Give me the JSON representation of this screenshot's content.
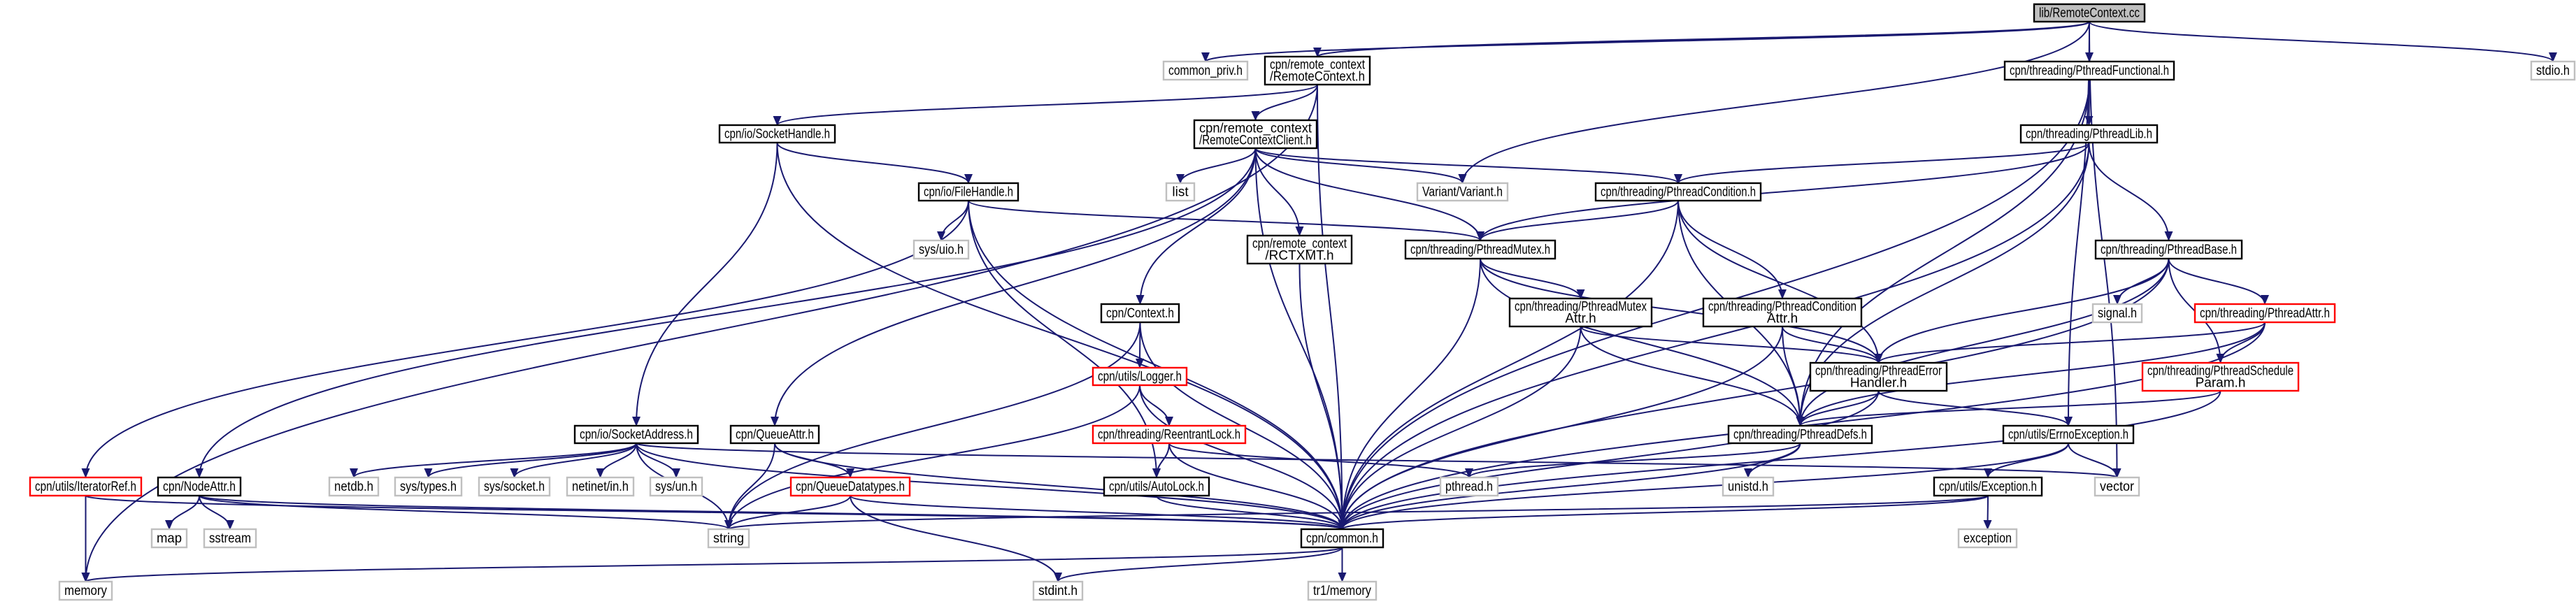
{
  "graph": {
    "title": "lib/RemoteContext.cc",
    "colors": {
      "edge": "#191970",
      "doc_border": "#000000",
      "sys_border": "#bfbfbf",
      "truncated_border": "#ff0000",
      "root_fill": "#bfbfbf",
      "node_fill": "#ffffff"
    },
    "nodes": [
      {
        "id": "root",
        "kind": "root",
        "lines": [
          "lib/RemoteContext.cc"
        ]
      },
      {
        "id": "common_priv",
        "kind": "sys",
        "lines": [
          "common_priv.h"
        ]
      },
      {
        "id": "rc_h",
        "kind": "doc",
        "lines": [
          "cpn/remote_context",
          "/RemoteContext.h"
        ]
      },
      {
        "id": "pfunc",
        "kind": "doc",
        "lines": [
          "cpn/threading/PthreadFunctional.h"
        ]
      },
      {
        "id": "stdio",
        "kind": "sys",
        "lines": [
          "stdio.h"
        ]
      },
      {
        "id": "sockh",
        "kind": "doc",
        "lines": [
          "cpn/io/SocketHandle.h"
        ]
      },
      {
        "id": "rcc",
        "kind": "doc",
        "lines": [
          "cpn/remote_context",
          "/RemoteContextClient.h"
        ]
      },
      {
        "id": "plib",
        "kind": "doc",
        "lines": [
          "cpn/threading/PthreadLib.h"
        ]
      },
      {
        "id": "fileh",
        "kind": "doc",
        "lines": [
          "cpn/io/FileHandle.h"
        ]
      },
      {
        "id": "list",
        "kind": "sys",
        "lines": [
          "list"
        ]
      },
      {
        "id": "variant",
        "kind": "sys",
        "lines": [
          "Variant/Variant.h"
        ]
      },
      {
        "id": "pcond",
        "kind": "doc",
        "lines": [
          "cpn/threading/PthreadCondition.h"
        ]
      },
      {
        "id": "uio",
        "kind": "sys",
        "lines": [
          "sys/uio.h"
        ]
      },
      {
        "id": "rctxmt",
        "kind": "doc",
        "lines": [
          "cpn/remote_context",
          "/RCTXMT.h"
        ]
      },
      {
        "id": "pmutex",
        "kind": "doc",
        "lines": [
          "cpn/threading/PthreadMutex.h"
        ]
      },
      {
        "id": "pbase",
        "kind": "doc",
        "lines": [
          "cpn/threading/PthreadBase.h"
        ]
      },
      {
        "id": "context",
        "kind": "doc",
        "lines": [
          "cpn/Context.h"
        ]
      },
      {
        "id": "pmattr",
        "kind": "doc",
        "lines": [
          "cpn/threading/PthreadMutex",
          "Attr.h"
        ]
      },
      {
        "id": "pcattr",
        "kind": "doc",
        "lines": [
          "cpn/threading/PthreadCondition",
          "Attr.h"
        ]
      },
      {
        "id": "signal",
        "kind": "sys",
        "lines": [
          "signal.h"
        ]
      },
      {
        "id": "pattr",
        "kind": "trunc",
        "lines": [
          "cpn/threading/PthreadAttr.h"
        ]
      },
      {
        "id": "logger",
        "kind": "trunc",
        "lines": [
          "cpn/utils/Logger.h"
        ]
      },
      {
        "id": "perr",
        "kind": "doc",
        "lines": [
          "cpn/threading/PthreadError",
          "Handler.h"
        ]
      },
      {
        "id": "psched",
        "kind": "trunc",
        "lines": [
          "cpn/threading/PthreadSchedule",
          "Param.h"
        ]
      },
      {
        "id": "sockaddr",
        "kind": "doc",
        "lines": [
          "cpn/io/SocketAddress.h"
        ]
      },
      {
        "id": "queueattr",
        "kind": "doc",
        "lines": [
          "cpn/QueueAttr.h"
        ]
      },
      {
        "id": "reentrant",
        "kind": "trunc",
        "lines": [
          "cpn/threading/ReentrantLock.h"
        ]
      },
      {
        "id": "pdefs",
        "kind": "doc",
        "lines": [
          "cpn/threading/PthreadDefs.h"
        ]
      },
      {
        "id": "errno",
        "kind": "doc",
        "lines": [
          "cpn/utils/ErrnoException.h"
        ]
      },
      {
        "id": "iterref",
        "kind": "trunc",
        "lines": [
          "cpn/utils/IteratorRef.h"
        ]
      },
      {
        "id": "nodeattr",
        "kind": "doc",
        "lines": [
          "cpn/NodeAttr.h"
        ]
      },
      {
        "id": "netdb",
        "kind": "sys",
        "lines": [
          "netdb.h"
        ]
      },
      {
        "id": "systypes",
        "kind": "sys",
        "lines": [
          "sys/types.h"
        ]
      },
      {
        "id": "syssocket",
        "kind": "sys",
        "lines": [
          "sys/socket.h"
        ]
      },
      {
        "id": "netinet",
        "kind": "sys",
        "lines": [
          "netinet/in.h"
        ]
      },
      {
        "id": "sysun",
        "kind": "sys",
        "lines": [
          "sys/un.h"
        ]
      },
      {
        "id": "queuedt",
        "kind": "trunc",
        "lines": [
          "cpn/QueueDatatypes.h"
        ]
      },
      {
        "id": "autolock",
        "kind": "doc",
        "lines": [
          "cpn/utils/AutoLock.h"
        ]
      },
      {
        "id": "pthread",
        "kind": "sys",
        "lines": [
          "pthread.h"
        ]
      },
      {
        "id": "unistd",
        "kind": "sys",
        "lines": [
          "unistd.h"
        ]
      },
      {
        "id": "exception_h",
        "kind": "doc",
        "lines": [
          "cpn/utils/Exception.h"
        ]
      },
      {
        "id": "vector",
        "kind": "sys",
        "lines": [
          "vector"
        ]
      },
      {
        "id": "map",
        "kind": "sys",
        "lines": [
          "map"
        ]
      },
      {
        "id": "sstream",
        "kind": "sys",
        "lines": [
          "sstream"
        ]
      },
      {
        "id": "string",
        "kind": "sys",
        "lines": [
          "string"
        ]
      },
      {
        "id": "common",
        "kind": "doc",
        "lines": [
          "cpn/common.h"
        ]
      },
      {
        "id": "exception",
        "kind": "sys",
        "lines": [
          "exception"
        ]
      },
      {
        "id": "memory",
        "kind": "sys",
        "lines": [
          "memory"
        ]
      },
      {
        "id": "stdint",
        "kind": "sys",
        "lines": [
          "stdint.h"
        ]
      },
      {
        "id": "tr1",
        "kind": "sys",
        "lines": [
          "tr1/memory"
        ]
      }
    ],
    "edges": [
      [
        "root",
        "common_priv"
      ],
      [
        "root",
        "rc_h"
      ],
      [
        "root",
        "pfunc"
      ],
      [
        "root",
        "stdio"
      ],
      [
        "root",
        "variant"
      ],
      [
        "root",
        "errno"
      ],
      [
        "root",
        "vector"
      ],
      [
        "rc_h",
        "memory"
      ],
      [
        "rc_h",
        "sockh"
      ],
      [
        "rc_h",
        "rcc"
      ],
      [
        "rc_h",
        "common"
      ],
      [
        "sockh",
        "fileh"
      ],
      [
        "sockh",
        "sockaddr"
      ],
      [
        "sockh",
        "common"
      ],
      [
        "rcc",
        "list"
      ],
      [
        "rcc",
        "variant"
      ],
      [
        "rcc",
        "pcond"
      ],
      [
        "rcc",
        "pmutex"
      ],
      [
        "rcc",
        "rctxmt"
      ],
      [
        "rcc",
        "context"
      ],
      [
        "rcc",
        "queueattr"
      ],
      [
        "rcc",
        "nodeattr"
      ],
      [
        "rcc",
        "common"
      ],
      [
        "fileh",
        "uio"
      ],
      [
        "fileh",
        "pmutex"
      ],
      [
        "fileh",
        "iterref"
      ],
      [
        "fileh",
        "common"
      ],
      [
        "fileh",
        "autolock"
      ],
      [
        "pfunc",
        "plib"
      ],
      [
        "pfunc",
        "pdefs"
      ],
      [
        "pfunc",
        "common"
      ],
      [
        "plib",
        "pcond"
      ],
      [
        "plib",
        "pmutex"
      ],
      [
        "plib",
        "pbase"
      ],
      [
        "plib",
        "pdefs"
      ],
      [
        "plib",
        "common"
      ],
      [
        "pcond",
        "pmutex"
      ],
      [
        "pcond",
        "pcattr"
      ],
      [
        "pcond",
        "perr"
      ],
      [
        "pcond",
        "pdefs"
      ],
      [
        "pcond",
        "common"
      ],
      [
        "pmutex",
        "pmattr"
      ],
      [
        "pmutex",
        "perr"
      ],
      [
        "pmutex",
        "pdefs"
      ],
      [
        "pmutex",
        "common"
      ],
      [
        "rctxmt",
        "common"
      ],
      [
        "pbase",
        "signal"
      ],
      [
        "pbase",
        "pattr"
      ],
      [
        "pbase",
        "perr"
      ],
      [
        "pbase",
        "psched"
      ],
      [
        "pbase",
        "pdefs"
      ],
      [
        "pbase",
        "common"
      ],
      [
        "context",
        "logger"
      ],
      [
        "context",
        "common"
      ],
      [
        "context",
        "string"
      ],
      [
        "pmattr",
        "perr"
      ],
      [
        "pmattr",
        "pdefs"
      ],
      [
        "pmattr",
        "common"
      ],
      [
        "pcattr",
        "perr"
      ],
      [
        "pcattr",
        "pdefs"
      ],
      [
        "pcattr",
        "common"
      ],
      [
        "pattr",
        "perr"
      ],
      [
        "pattr",
        "psched"
      ],
      [
        "pattr",
        "pdefs"
      ],
      [
        "pattr",
        "common"
      ],
      [
        "logger",
        "reentrant"
      ],
      [
        "logger",
        "string"
      ],
      [
        "logger",
        "common"
      ],
      [
        "perr",
        "pdefs"
      ],
      [
        "perr",
        "errno"
      ],
      [
        "perr",
        "common"
      ],
      [
        "psched",
        "pdefs"
      ],
      [
        "psched",
        "common"
      ],
      [
        "sockaddr",
        "netdb"
      ],
      [
        "sockaddr",
        "systypes"
      ],
      [
        "sockaddr",
        "syssocket"
      ],
      [
        "sockaddr",
        "netinet"
      ],
      [
        "sockaddr",
        "sysun"
      ],
      [
        "sockaddr",
        "string"
      ],
      [
        "sockaddr",
        "common"
      ],
      [
        "sockaddr",
        "vector"
      ],
      [
        "queueattr",
        "queuedt"
      ],
      [
        "queueattr",
        "string"
      ],
      [
        "queueattr",
        "common"
      ],
      [
        "reentrant",
        "autolock"
      ],
      [
        "reentrant",
        "pthread"
      ],
      [
        "reentrant",
        "common"
      ],
      [
        "pdefs",
        "pthread"
      ],
      [
        "pdefs",
        "unistd"
      ],
      [
        "pdefs",
        "common"
      ],
      [
        "errno",
        "exception_h"
      ],
      [
        "errno",
        "vector"
      ],
      [
        "errno",
        "common"
      ],
      [
        "iterref",
        "memory"
      ],
      [
        "iterref",
        "common"
      ],
      [
        "nodeattr",
        "map"
      ],
      [
        "nodeattr",
        "sstream"
      ],
      [
        "nodeattr",
        "string"
      ],
      [
        "nodeattr",
        "common"
      ],
      [
        "queuedt",
        "string"
      ],
      [
        "queuedt",
        "stdint"
      ],
      [
        "queuedt",
        "common"
      ],
      [
        "autolock",
        "common"
      ],
      [
        "exception_h",
        "exception"
      ],
      [
        "exception_h",
        "string"
      ],
      [
        "exception_h",
        "common"
      ],
      [
        "common",
        "memory"
      ],
      [
        "common",
        "stdint"
      ],
      [
        "common",
        "tr1"
      ]
    ]
  }
}
